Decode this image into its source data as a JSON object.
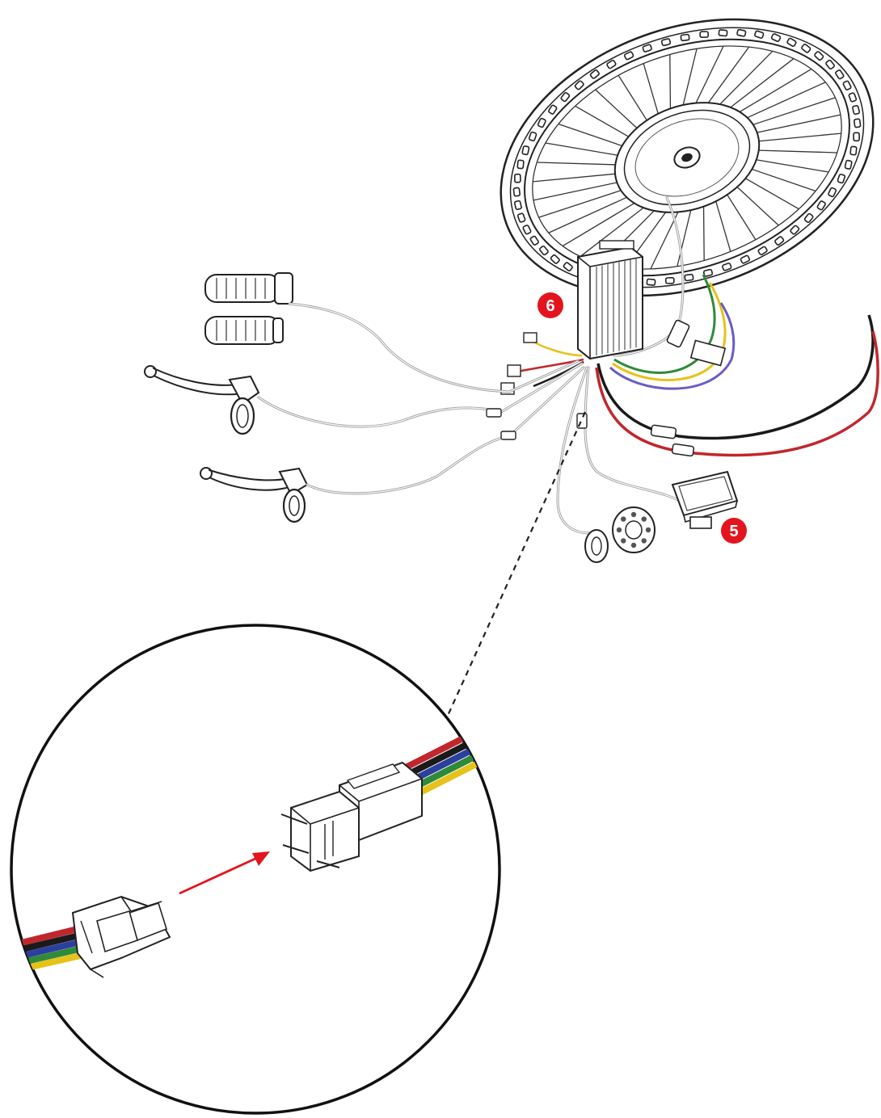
{
  "diagram": {
    "callouts": [
      {
        "id": "controller",
        "label": "6"
      },
      {
        "id": "display",
        "label": "5"
      }
    ],
    "colors": {
      "callout": "#e3141d",
      "line": "#222222",
      "cable": "#9a9a9a",
      "arrow": "#e3141d",
      "wire_red": "#c0272d",
      "wire_black": "#1a1a1a",
      "wire_blue": "#2b3f9e",
      "wire_green": "#2f8a3a",
      "wire_yellow": "#e6c21a",
      "wire_purple": "#6a5cc8"
    },
    "icons": [
      "wheel-hub-motor-icon",
      "controller-box-icon",
      "throttle-grip-icon",
      "brake-lever-icon",
      "battery-cable-icon",
      "lcd-display-icon",
      "pas-sensor-icon",
      "connector-icon"
    ]
  }
}
